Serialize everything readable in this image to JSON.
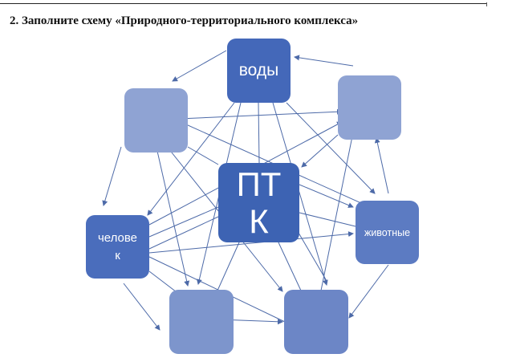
{
  "header": {
    "task": "2.  Заполните схему «Природного-территориального комплекса»"
  },
  "diagram": {
    "center": "ПТ К",
    "nodes": {
      "water": "воды",
      "human": "челове к",
      "animals": "животные",
      "top_left": "",
      "top_right": "",
      "bottom_left": "",
      "bottom_right": ""
    }
  },
  "colors": {
    "dark": "#4468b9",
    "mid": "#6c86c6",
    "light": "#8fa3d3",
    "line": "#4d6aa8"
  }
}
